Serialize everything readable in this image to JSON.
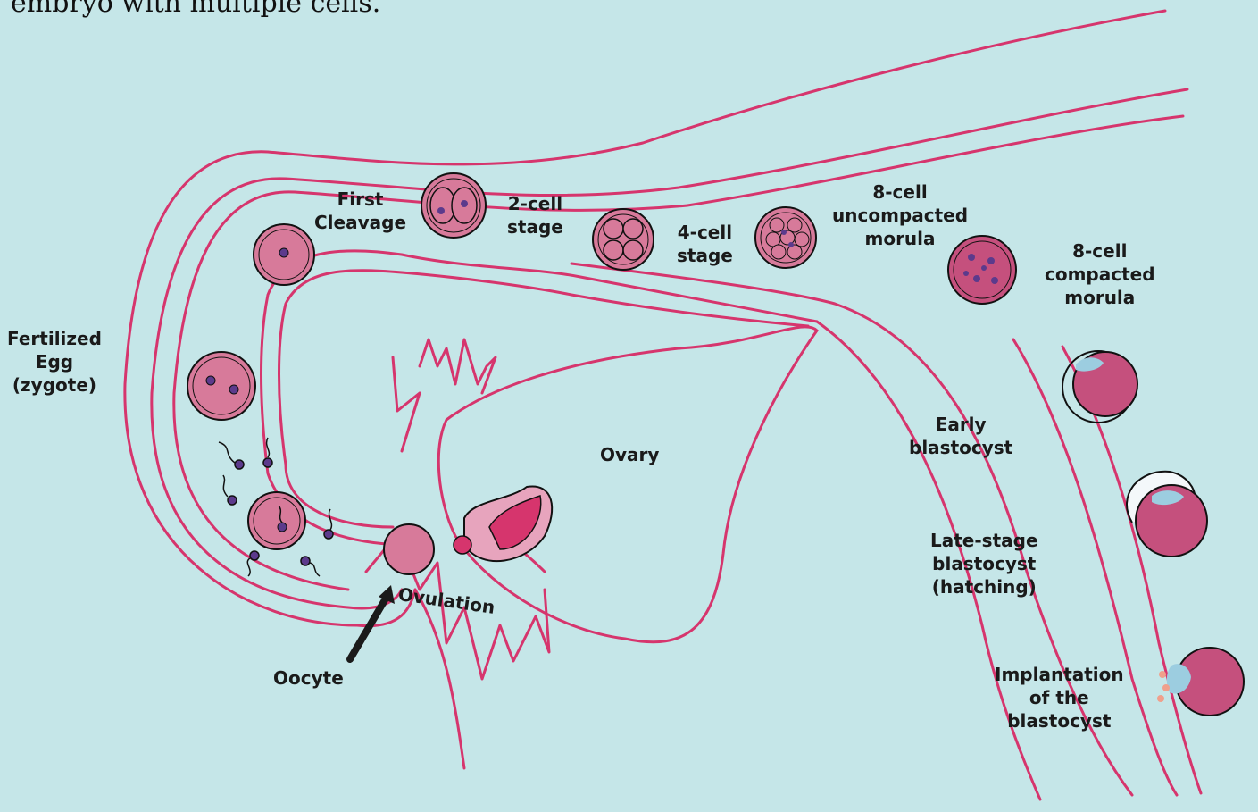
{
  "caption": "embryo with multiple cells.",
  "colors": {
    "background": "#c5e6e8",
    "tube_line": "#d6356d",
    "cell_fill": "#c5507d",
    "cell_light": "#d77a9a",
    "sperm": "#5c3a8c",
    "trophoblast": "#9ccde0",
    "arrow": "#1a1a1a"
  },
  "labels": {
    "first_cleavage": [
      "First",
      "Cleavage"
    ],
    "two_cell": [
      "2-cell",
      "stage"
    ],
    "four_cell": [
      "4-cell",
      "stage"
    ],
    "eight_cell_uncompacted": [
      "8-cell",
      "uncompacted",
      "morula"
    ],
    "eight_cell_compacted": [
      "8-cell",
      "compacted",
      "morula"
    ],
    "fertilized_egg": [
      "Fertilized",
      "Egg",
      "(zygote)"
    ],
    "ovary": "Ovary",
    "early_blastocyst": [
      "Early",
      "blastocyst"
    ],
    "late_blastocyst": [
      "Late-stage",
      "blastocyst",
      "(hatching)"
    ],
    "implantation": [
      "Implantation",
      "of the",
      "blastocyst"
    ],
    "ovulation": "Ovulation",
    "oocyte": "Oocyte"
  },
  "icons": [
    "fallopian-tube",
    "ovary-outline",
    "ovarian-follicle",
    "oocyte-cell",
    "sperm-icon",
    "zygote-cell",
    "two-cell-embryo",
    "four-cell-embryo",
    "eight-cell-uncompacted-embryo",
    "eight-cell-compacted-embryo",
    "blastocyst-cell",
    "arrow-icon"
  ]
}
